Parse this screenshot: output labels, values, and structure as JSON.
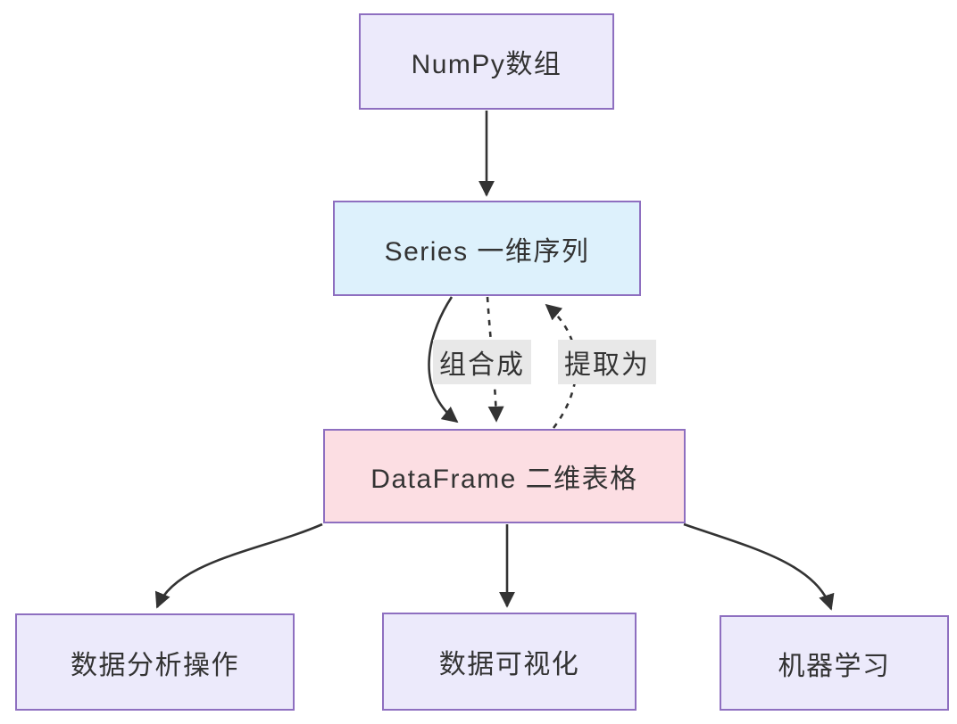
{
  "diagram": {
    "type": "flowchart",
    "nodes": {
      "numpy": {
        "label": "NumPy数组",
        "fill": "#ECEAFB"
      },
      "series": {
        "label": "Series 一维序列",
        "fill": "#DDF1FC"
      },
      "dataframe": {
        "label": "DataFrame 二维表格",
        "fill": "#FCDEE3"
      },
      "analysis": {
        "label": "数据分析操作",
        "fill": "#ECEAFB"
      },
      "visualization": {
        "label": "数据可视化",
        "fill": "#ECEAFB"
      },
      "ml": {
        "label": "机器学习",
        "fill": "#ECEAFB"
      }
    },
    "edge_labels": {
      "combine": "组合成",
      "extract": "提取为"
    },
    "edges": [
      {
        "from": "NumPy数组",
        "to": "Series 一维序列",
        "style": "solid",
        "label": ""
      },
      {
        "from": "Series 一维序列",
        "to": "DataFrame 二维表格",
        "style": "solid",
        "label": "组合成"
      },
      {
        "from": "Series 一维序列",
        "to": "DataFrame 二维表格",
        "style": "dashed",
        "label": "组合成"
      },
      {
        "from": "DataFrame 二维表格",
        "to": "Series 一维序列",
        "style": "dashed",
        "label": "提取为"
      },
      {
        "from": "DataFrame 二维表格",
        "to": "数据分析操作",
        "style": "solid",
        "label": ""
      },
      {
        "from": "DataFrame 二维表格",
        "to": "数据可视化",
        "style": "solid",
        "label": ""
      },
      {
        "from": "DataFrame 二维表格",
        "to": "机器学习",
        "style": "solid",
        "label": ""
      }
    ],
    "colors": {
      "node_border": "#8E6FC0",
      "lavender_fill": "#ECEAFB",
      "blue_fill": "#DDF1FC",
      "pink_fill": "#FCDEE3",
      "edge_label_bg": "#E8E8E8",
      "arrow": "#333333",
      "text": "#333333"
    }
  }
}
